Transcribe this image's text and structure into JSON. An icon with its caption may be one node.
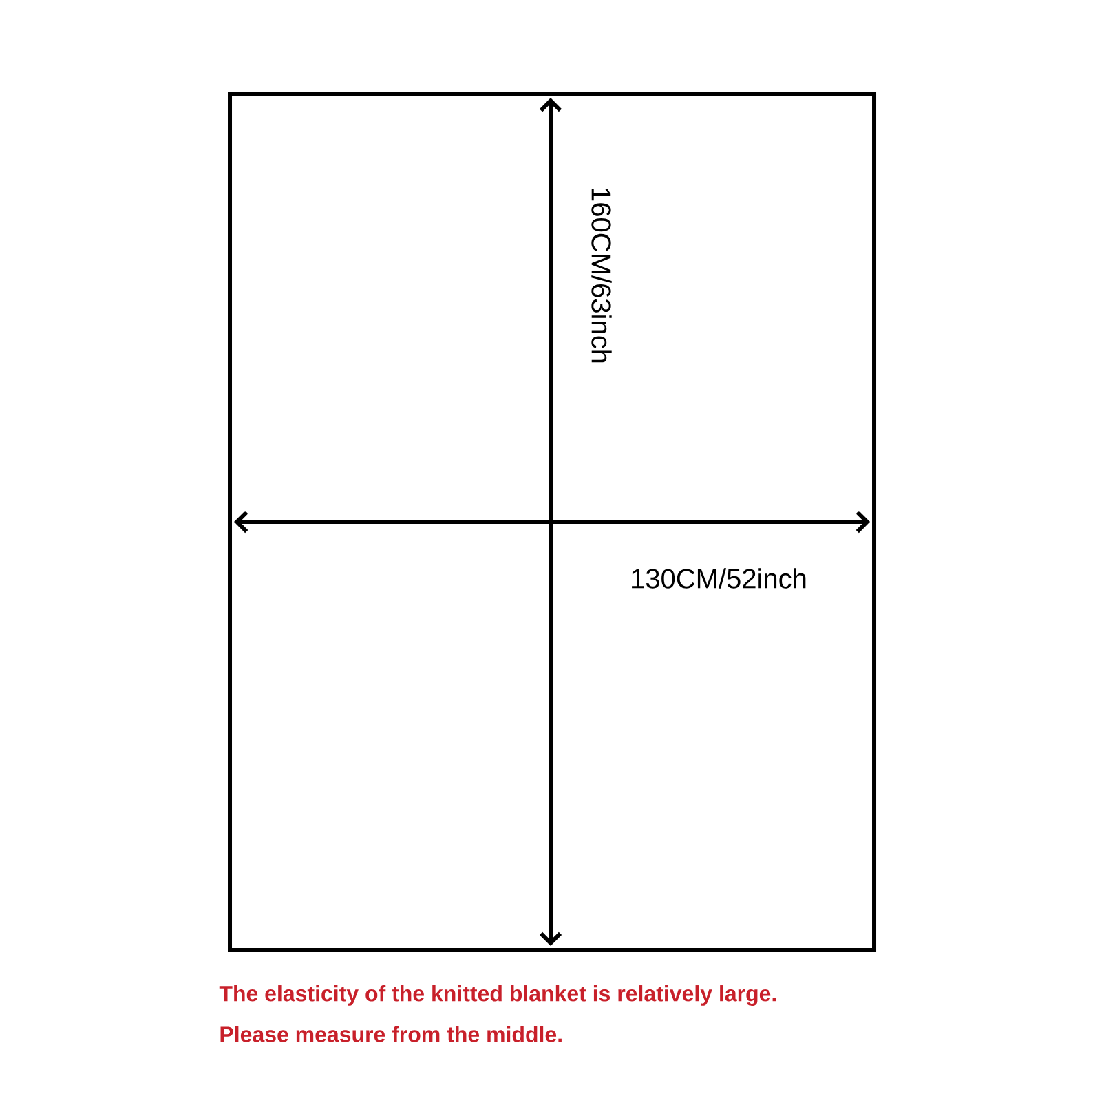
{
  "diagram": {
    "labels": [
      "160CM/63inch",
      "130CM/52inch",
      "The elasticity of the knitted blanket is relatively large.",
      "Please measure from the middle."
    ]
  }
}
